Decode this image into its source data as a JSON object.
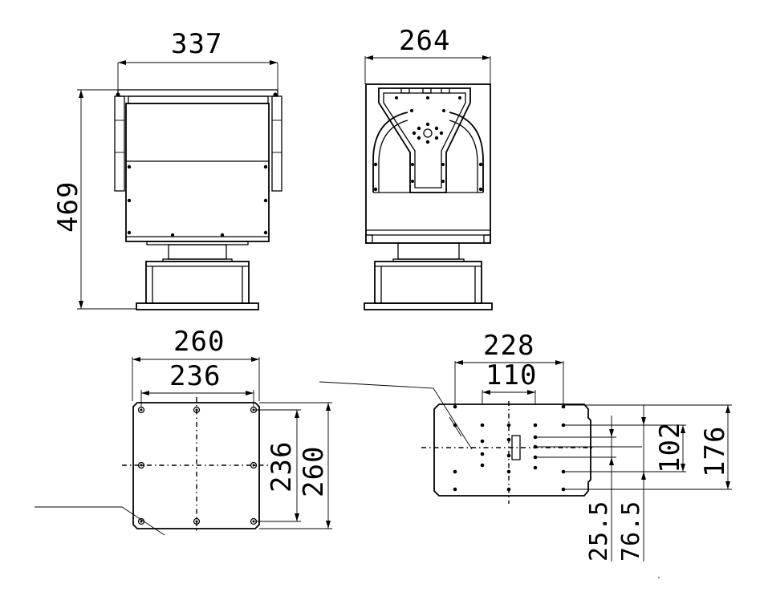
{
  "drawing": {
    "front_view": {
      "width_label": "337",
      "height_label": "469"
    },
    "side_view": {
      "width_label": "264"
    },
    "base_plate": {
      "outer_width_label": "260",
      "hole_spacing_x_label": "236",
      "hole_spacing_y_label": "236",
      "outer_height_label": "260"
    },
    "mount_plate": {
      "outer_width_label": "228",
      "inner_width_label": "110",
      "inner_height_label": "102",
      "outer_height_label": "176",
      "offset_small_label": "25.5",
      "offset_large_label": "76.5"
    }
  }
}
